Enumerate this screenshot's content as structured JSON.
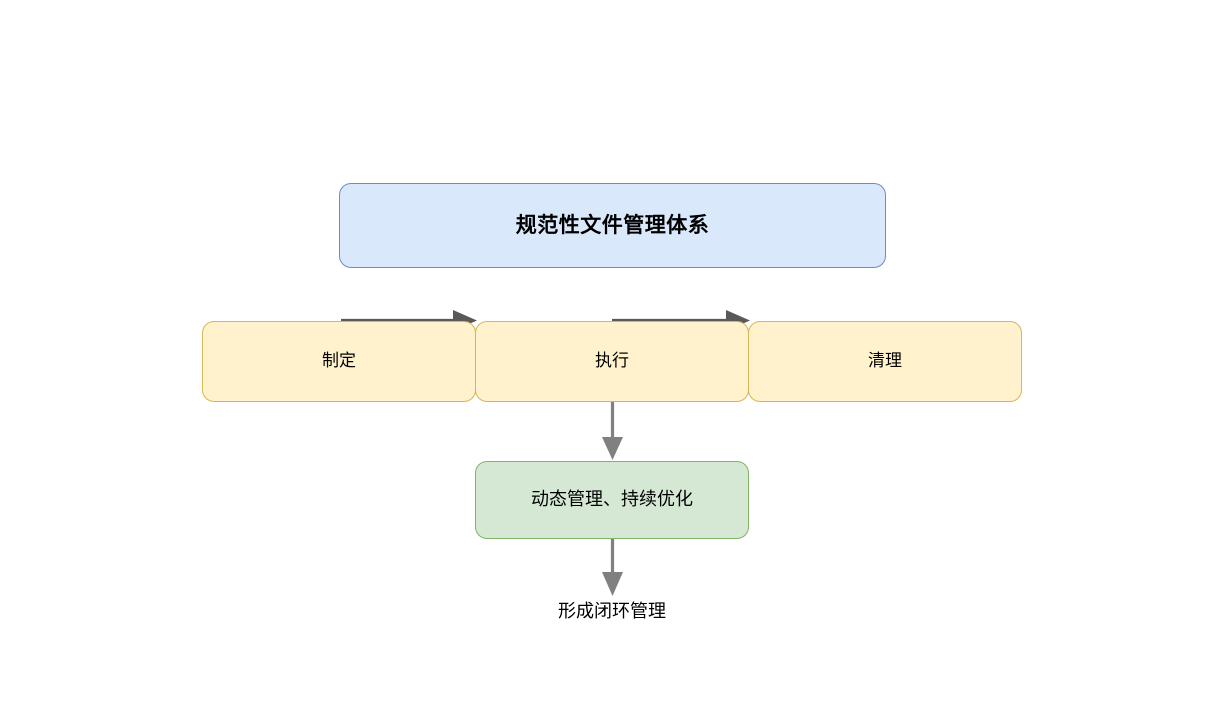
{
  "diagram": {
    "title_node": {
      "label": "规范性文件管理体系"
    },
    "stages": [
      {
        "label": "制定"
      },
      {
        "label": "执行"
      },
      {
        "label": "清理"
      }
    ],
    "outcome": {
      "label": "动态管理、持续优化"
    },
    "terminal": {
      "label": "形成闭环管理"
    },
    "colors": {
      "title_fill": "#dae8fc",
      "title_stroke": "#6c8ebf",
      "stage_fill": "#fff2cc",
      "stage_stroke": "#d6b656",
      "outcome_fill": "#d5e8d4",
      "outcome_stroke": "#82b366",
      "arrow_dark": "#595959",
      "arrow_gray": "#808080",
      "background": "#ffffff",
      "text": "#000000"
    },
    "edges": [
      {
        "name": "stage-0-to-stage-1",
        "from": "制定",
        "to": "执行",
        "direction": "right"
      },
      {
        "name": "stage-1-to-stage-2",
        "from": "执行",
        "to": "清理",
        "direction": "right"
      },
      {
        "name": "stage-1-to-outcome",
        "from": "执行",
        "to": "动态管理、持续优化",
        "direction": "down"
      },
      {
        "name": "outcome-to-terminal",
        "from": "动态管理、持续优化",
        "to": "形成闭环管理",
        "direction": "down"
      }
    ]
  }
}
